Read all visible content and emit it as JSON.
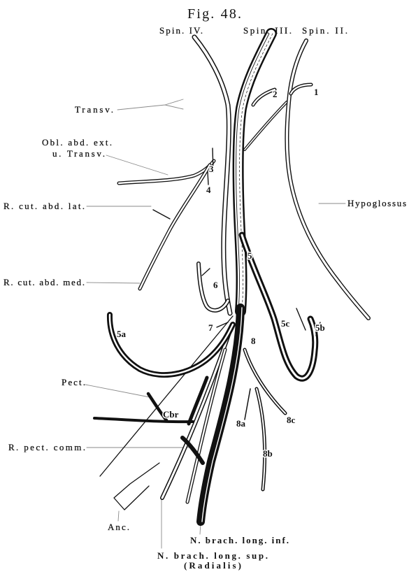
{
  "figure": {
    "title": "Fig. 48."
  },
  "roots": {
    "spin_iv": "Spin. IV.",
    "spin_iii": "Spin. III.",
    "spin_ii": "Spin. II."
  },
  "labels": {
    "transv": "Transv.",
    "obl_abd_ext": "Obl. abd. ext.",
    "u_transv": "u. Transv.",
    "hypoglossus": "Hypoglossus",
    "r_cut_abd_lat": "R. cut. abd. lat.",
    "r_cut_abd_med": "R. cut. abd. med.",
    "pect": "Pect.",
    "r_pect_comm": "R. pect. comm.",
    "anc": "Anc.",
    "n_brach_long_inf": "N. brach. long. inf.",
    "n_brach_long_sup": "N. brach. long. sup.",
    "radialis": "(Radialis)"
  },
  "branch_numbers": {
    "n1": "1",
    "n2": "2",
    "n3": "3",
    "n4": "4",
    "n5": "5",
    "n6": "6",
    "n7": "7",
    "n8": "8",
    "n5a": "5a",
    "n5b": "5b",
    "n5c": "5c",
    "cbr": "Cbr",
    "n8a": "8a",
    "n8b": "8b",
    "n8c": "8c"
  },
  "colors": {
    "ink": "#111111",
    "paper": "#ffffff",
    "leader": "#8a8a8a"
  }
}
